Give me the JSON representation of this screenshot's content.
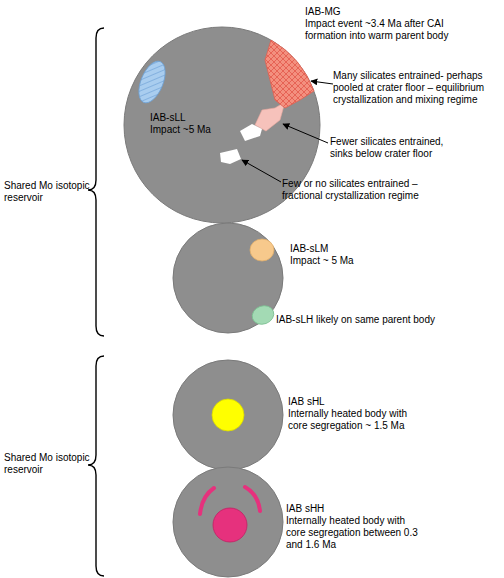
{
  "diagram": {
    "nodes": [
      {
        "text": [
          "IAB-MG",
          "Impact event ~3.4 Ma after CAI formation into warm parent body"
        ]
      },
      {
        "text": [
          "IAB-sLL",
          "Impact ~5 Ma"
        ]
      },
      {
        "text": [
          "IAB-sLM",
          "Impact ~ 5 Ma"
        ]
      },
      {
        "text": [
          "IAB-sLH likely on same parent body"
        ]
      },
      {
        "text": [
          "IAB sHL",
          "Internally heated body with core segregation ~ 1.5 Ma"
        ]
      },
      {
        "text": [
          "IAB sHH",
          "Internally heated body with core segregation between 0.3 and 1.6 Ma"
        ]
      }
    ],
    "labels": [
      "Many silicates entrained- perhaps pooled at crater floor – equilibrium crystallization and mixing regime",
      "Fewer silicates entrained, sinks below crater floor",
      "Few or no silicates entrained – fractional crystallization regime",
      "Shared Mo isotopic reservoir",
      "Shared Mo isotopic reservoir"
    ]
  }
}
